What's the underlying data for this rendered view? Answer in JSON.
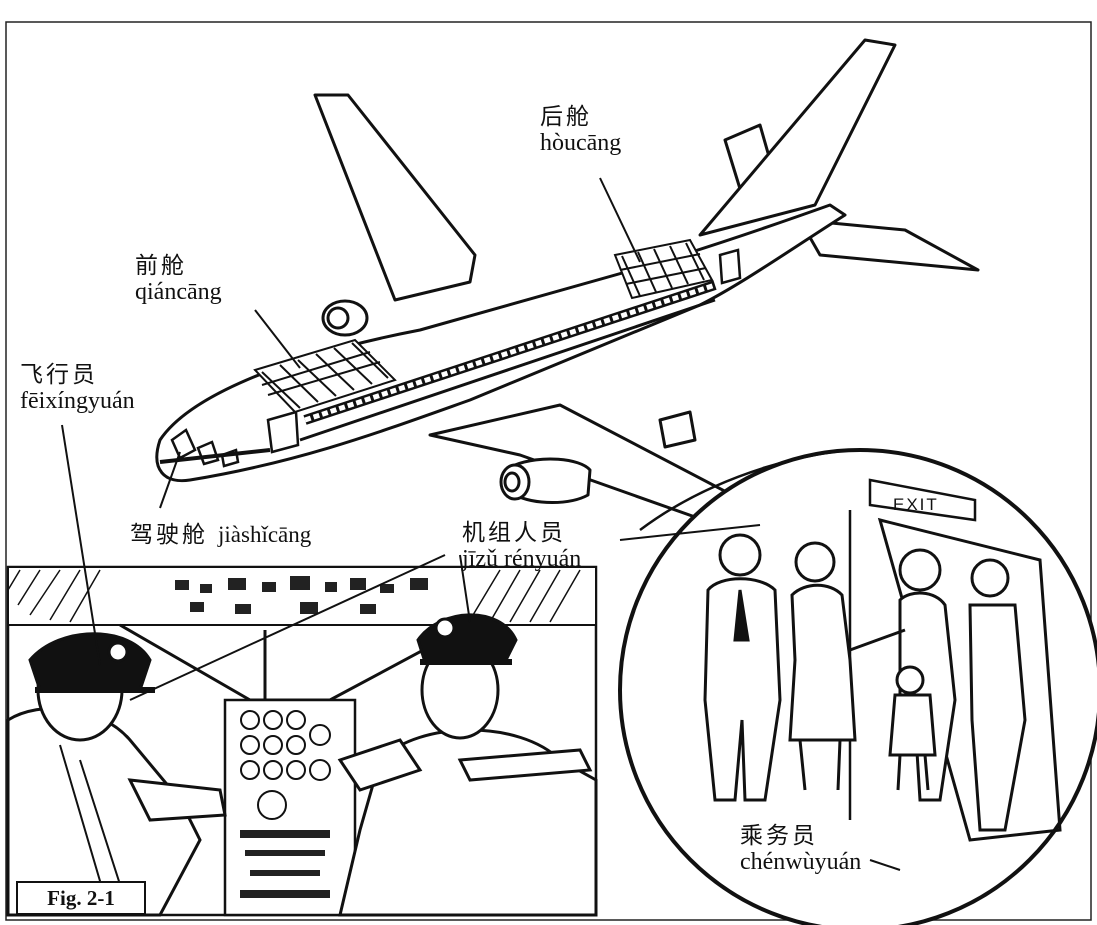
{
  "labels": {
    "rear_cabin": {
      "zh": "后舱",
      "pinyin": "hòucāng"
    },
    "front_cabin": {
      "zh": "前舱",
      "pinyin": "qiáncāng"
    },
    "pilot": {
      "zh": "飞行员",
      "pinyin": "fēixíngyuán"
    },
    "cockpit": {
      "zh": "驾驶舱",
      "pinyin": "jiàshǐcāng"
    },
    "crew": {
      "zh": "机组人员",
      "pinyin": "jīzǔ rényuán"
    },
    "flight_attendant": {
      "zh": "乘务员",
      "pinyin": "chénwùyuán"
    }
  },
  "exit_sign": "EXIT",
  "figure_caption": "Fig. 2-1"
}
